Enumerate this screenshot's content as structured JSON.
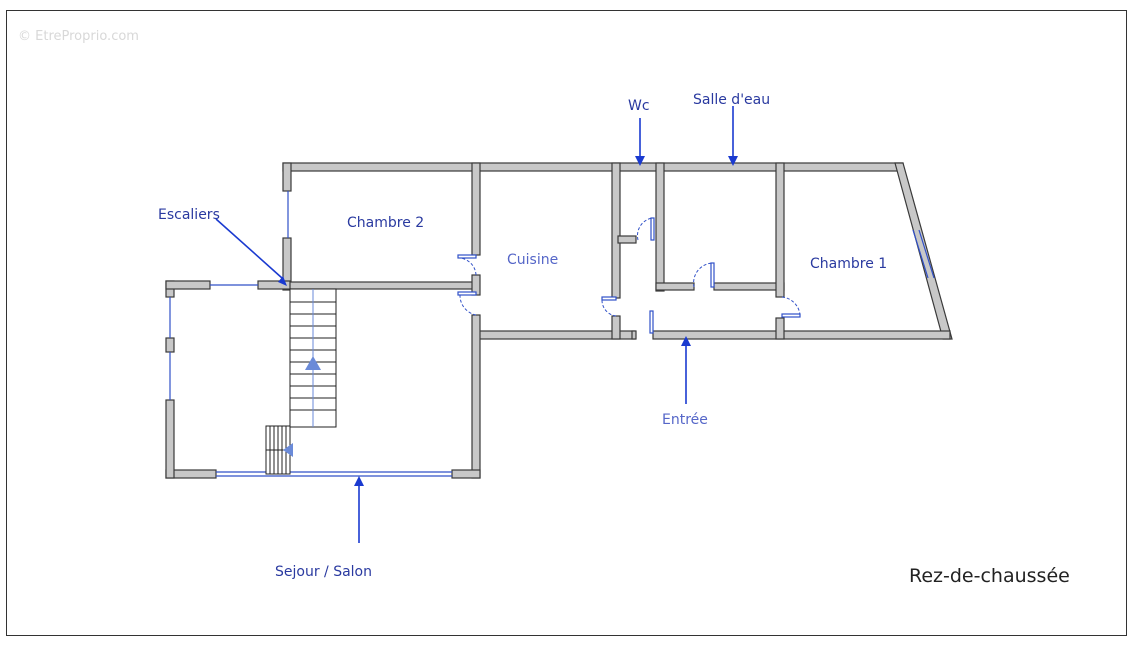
{
  "watermark": "© EtreProprio.com",
  "floor_title": "Rez-de-chaussée",
  "rooms": {
    "chambre2": "Chambre 2",
    "cuisine": "Cuisine",
    "chambre1": "Chambre 1"
  },
  "callouts": {
    "wc": "Wc",
    "salle_deau": "Salle d'eau",
    "escaliers": "Escaliers",
    "entree": "Entrée",
    "sejour": "Sejour / Salon"
  },
  "colors": {
    "label": "#2a3aa0",
    "arrow": "#1a3ad0",
    "wall": "#c8c8c8"
  }
}
